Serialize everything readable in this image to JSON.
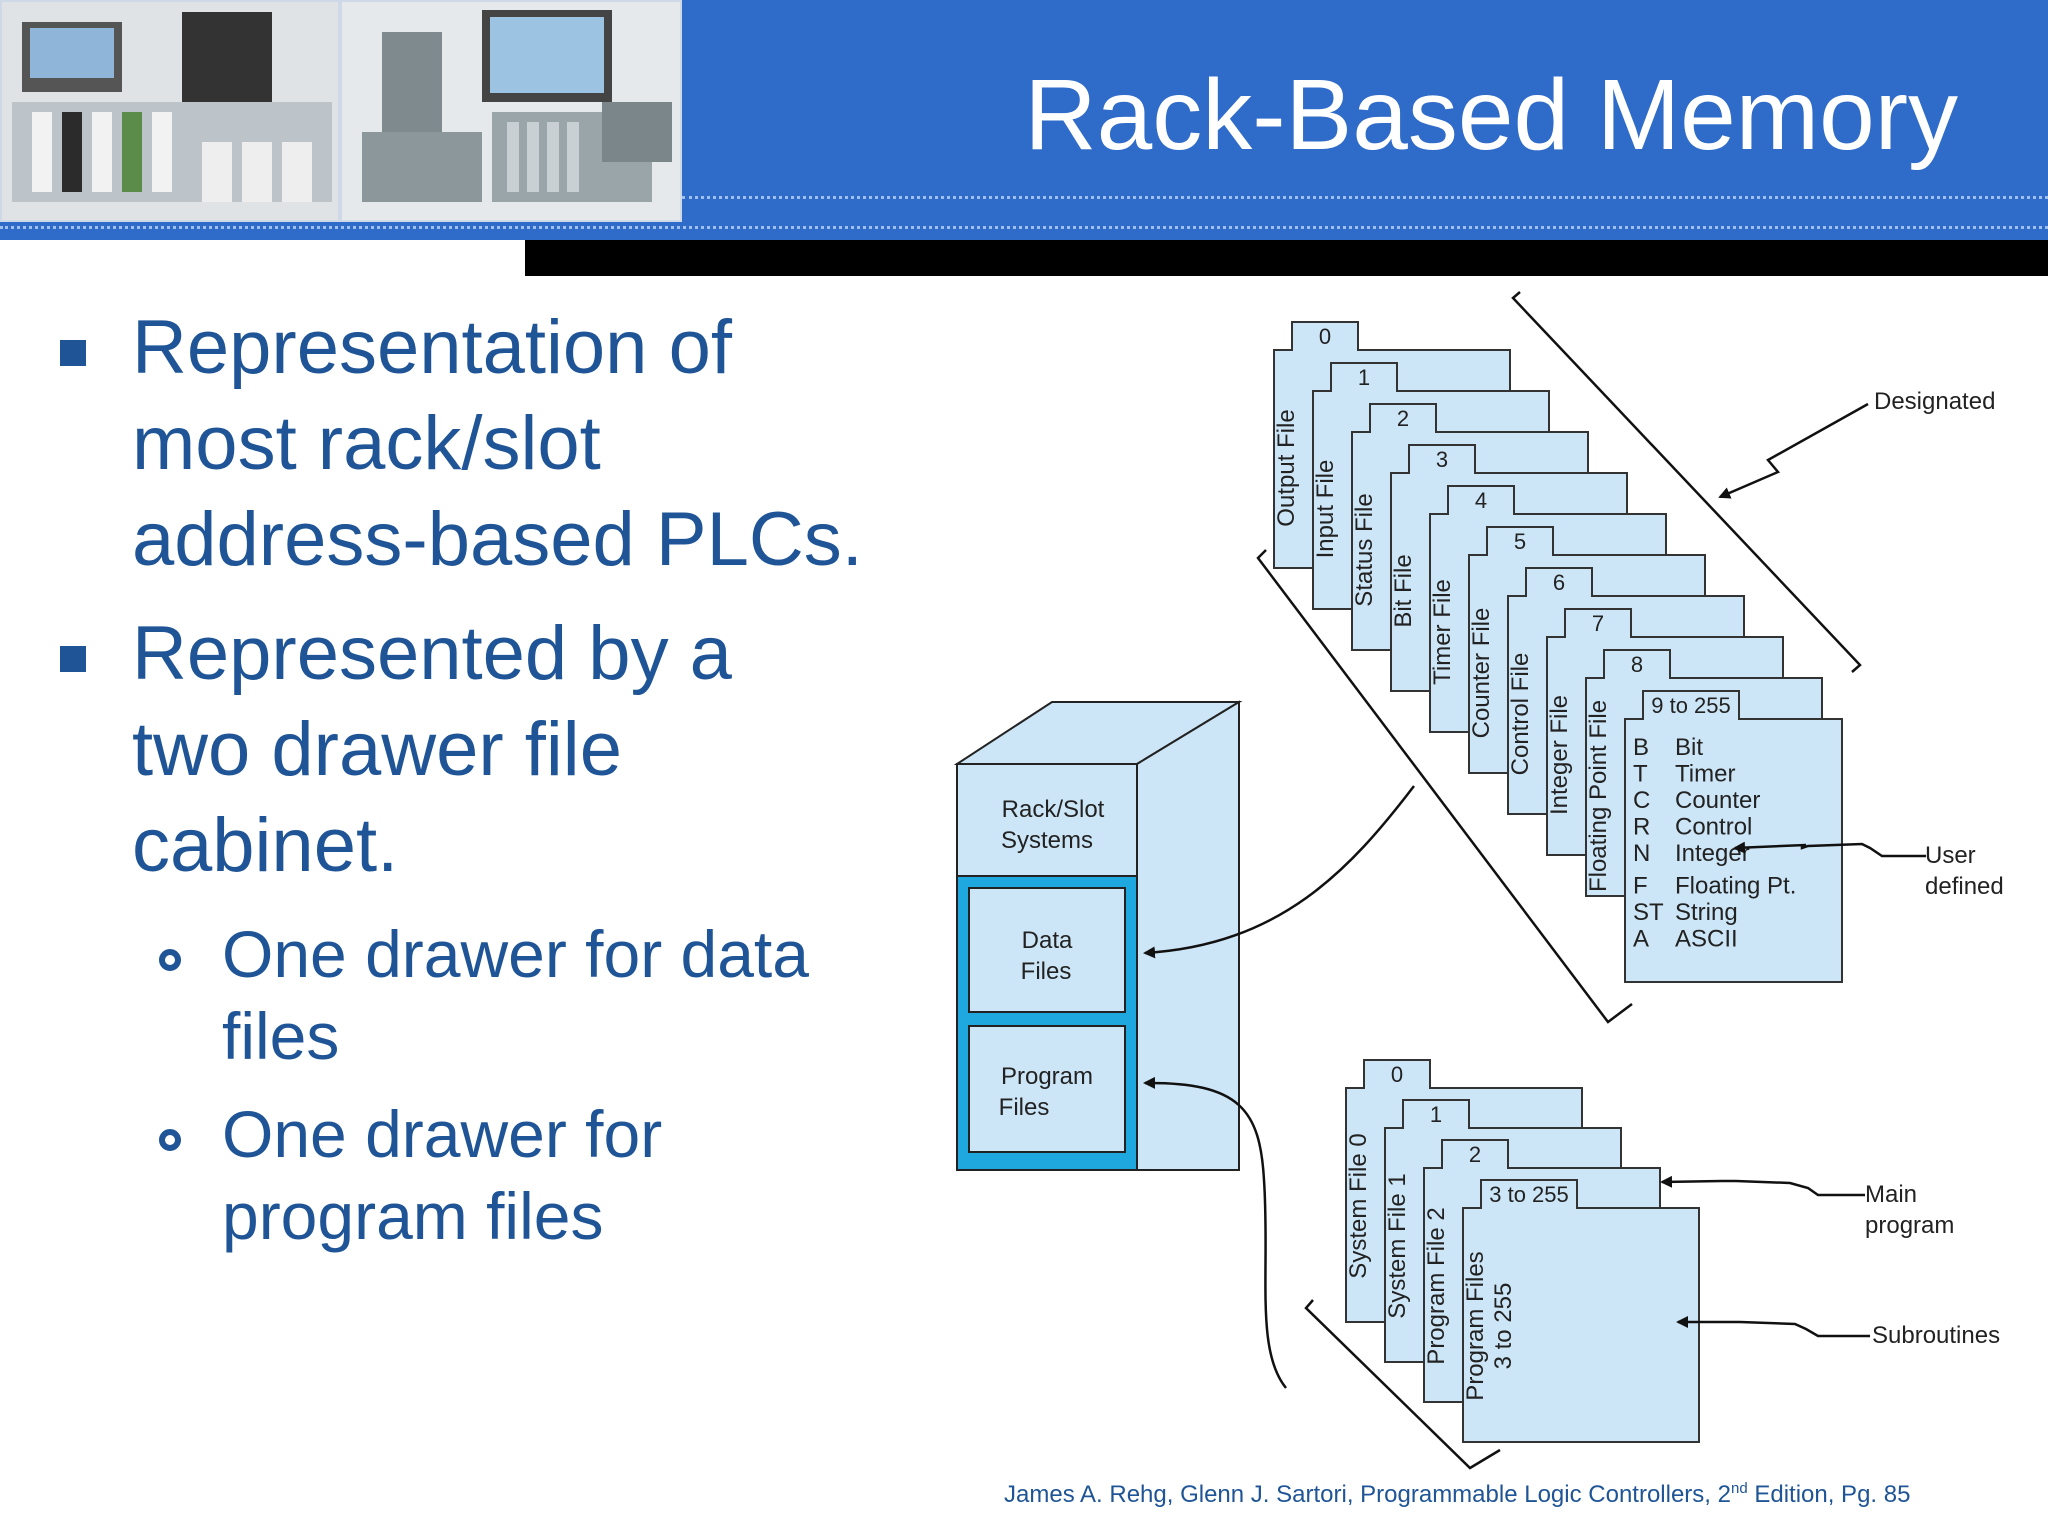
{
  "slide": {
    "title": "Rack-Based Memory",
    "bullets": [
      {
        "text": "Representation of most rack/slot address-based PLCs."
      },
      {
        "text": "Represented by a two drawer file cabinet.",
        "sub": [
          {
            "text": "One drawer for data files"
          },
          {
            "text": "One drawer for program files"
          }
        ]
      }
    ],
    "bullet_lines": {
      "b1": [
        "Representation of",
        "most rack/slot",
        "address-based PLCs."
      ],
      "b2": [
        "Represented by a",
        "two drawer file",
        "cabinet."
      ],
      "s1": [
        "One drawer for data",
        "files"
      ],
      "s2": [
        "One drawer for",
        "program files"
      ]
    },
    "credit": {
      "prefix": "James A. Rehg, Glenn J. Sartori, Programmable Logic Controllers, 2",
      "sup": "nd",
      "suffix": " Edition, Pg. 85"
    }
  },
  "diagram": {
    "cabinet": {
      "top": [
        "Rack/Slot",
        "Systems"
      ],
      "drawer1": [
        "Data",
        "Files"
      ],
      "drawer2": [
        "Program",
        "Files"
      ]
    },
    "data_files": [
      {
        "tab": "0",
        "name": "Output File"
      },
      {
        "tab": "1",
        "name": "Input File"
      },
      {
        "tab": "2",
        "name": "Status File"
      },
      {
        "tab": "3",
        "name": "Bit File"
      },
      {
        "tab": "4",
        "name": "Timer File"
      },
      {
        "tab": "5",
        "name": "Counter File"
      },
      {
        "tab": "6",
        "name": "Control File"
      },
      {
        "tab": "7",
        "name": "Integer File"
      },
      {
        "tab": "8",
        "name": "Floating Point File"
      }
    ],
    "user_file_tab": "9 to 255",
    "user_types": [
      {
        "code": "B",
        "name": "Bit"
      },
      {
        "code": "T",
        "name": "Timer"
      },
      {
        "code": "C",
        "name": "Counter"
      },
      {
        "code": "R",
        "name": "Control"
      },
      {
        "code": "N",
        "name": "Integer"
      },
      {
        "code": "F",
        "name": "Floating Pt."
      },
      {
        "code": "ST",
        "name": "String"
      },
      {
        "code": "A",
        "name": "ASCII"
      }
    ],
    "program_files": [
      {
        "tab": "0",
        "name": [
          "System File 0"
        ]
      },
      {
        "tab": "1",
        "name": [
          "System File 1"
        ]
      },
      {
        "tab": "2",
        "name": [
          "Program File 2"
        ]
      },
      {
        "tab": "3 to 255",
        "name": [
          "Program Files",
          "3 to 255"
        ]
      }
    ],
    "labels": {
      "designated": "Designated",
      "user_defined": [
        "User",
        "defined"
      ],
      "main_program": [
        "Main",
        "program"
      ],
      "subroutines": "Subroutines"
    },
    "colors": {
      "fill": "#cde6f7",
      "drawer_frame": "#1fa8e0",
      "header": "#2f6bc8",
      "text": "#1f5596"
    }
  }
}
